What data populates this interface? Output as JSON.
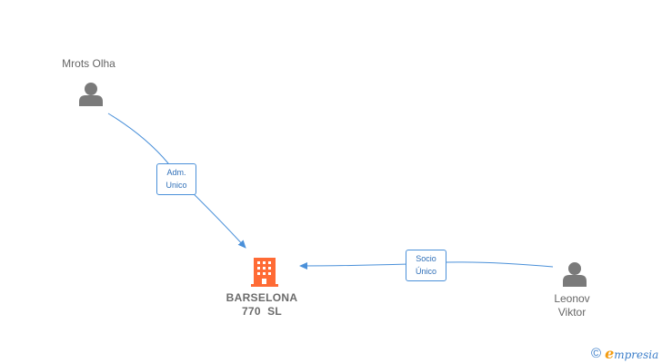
{
  "nodes": {
    "person1": {
      "name": "Mrots Olha",
      "icon": "person-icon"
    },
    "person2": {
      "name_line1": "Leonov",
      "name_line2": "Viktor",
      "icon": "person-icon"
    },
    "company": {
      "name_line1": "BARSELONA",
      "name_line2": "770  SL",
      "icon": "building-icon"
    }
  },
  "edges": {
    "edge1": {
      "line1": "Adm.",
      "line2": "Unico"
    },
    "edge2": {
      "line1": "Socio",
      "line2": "Único"
    }
  },
  "footer": {
    "copyright_symbol": "©",
    "brand_first": "e",
    "brand_rest": "mpresia"
  },
  "colors": {
    "edge": "#4a90d9",
    "person": "#7a7a7a",
    "company": "#ff6b35",
    "text": "#666666"
  }
}
